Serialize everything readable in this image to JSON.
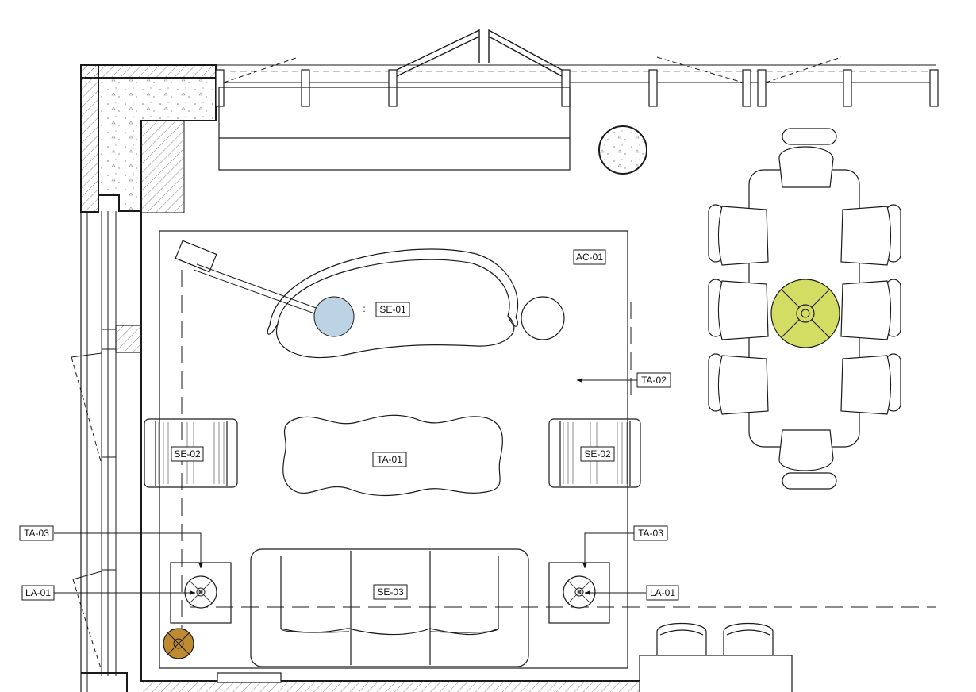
{
  "tags": {
    "ac01": "AC-01",
    "se01": "SE-01",
    "se01_mark": ":",
    "ta02": "TA-02",
    "se02_left": "SE-02",
    "se02_right": "SE-02",
    "ta01": "TA-01",
    "ta03_left": "TA-03",
    "ta03_right": "TA-03",
    "la01_left": "LA-01",
    "la01_right": "LA-01",
    "se03": "SE-03"
  },
  "colors": {
    "line": "#1a1a1a",
    "floor_lamp_shade": "#bcd3e3",
    "pendant": "#d3dc63",
    "table_lamp": "#c08a30",
    "hatch": "#555555"
  },
  "icons": [
    "floor-lamp-icon",
    "pendant-light-icon",
    "table-lamp-icon",
    "chair-icon"
  ]
}
